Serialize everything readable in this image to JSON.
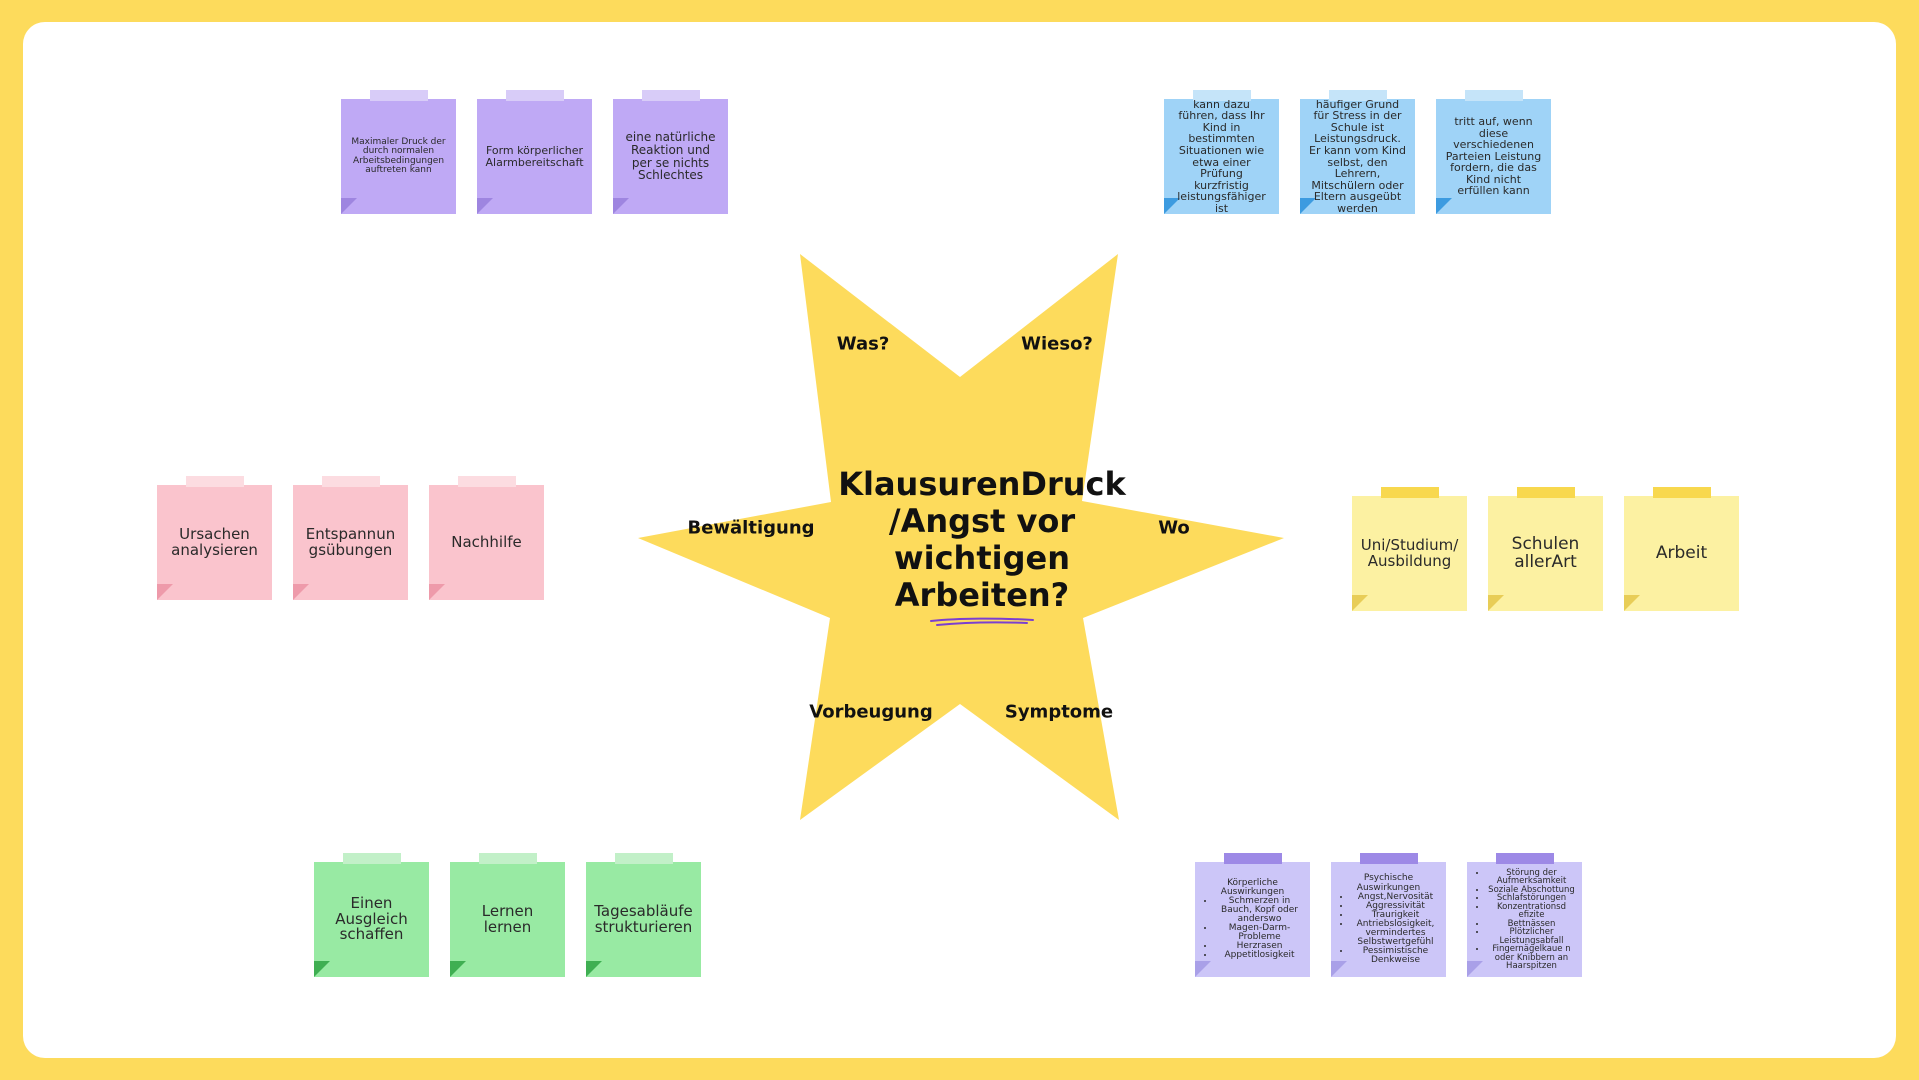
{
  "center": {
    "title_lines": [
      "KlausurenDruck",
      "/Angst vor",
      "wichtigen",
      "Arbeiten?"
    ]
  },
  "branches": {
    "was": "Was?",
    "wieso": "Wieso?",
    "bewaeltigung": "Bewältigung",
    "wo": "Wo",
    "vorbeugung": "Vorbeugung",
    "symptome": "Symptome"
  },
  "notes_was": [
    "Maximaler Druck der durch normalen Arbeitsbedingungen auftreten kann",
    "Form körperlicher Alarmbereitschaft",
    "eine natürliche Reaktion und per se nichts Schlechtes"
  ],
  "notes_wieso": [
    "kann dazu führen, dass Ihr Kind in bestimmten Situationen wie etwa einer Prüfung kurzfristig leistungsfähiger ist",
    "häufiger Grund für Stress in der Schule ist Leistungsdruck. Er kann vom Kind selbst, den Lehrern, Mitschülern oder Eltern ausgeübt werden",
    "tritt auf, wenn diese verschiedenen Parteien Leistung fordern, die das Kind nicht erfüllen kann"
  ],
  "notes_bewaeltigung": [
    "Ursachen analysieren",
    "Entspannungsübungen",
    "Nachhilfe"
  ],
  "notes_wo": [
    "Uni/Studium/ Ausbildung",
    "Schulen allerArt",
    "Arbeit"
  ],
  "notes_vorbeugung": [
    "Einen Ausgleich schaffen",
    "Lernen lernen",
    "Tagesabläufe strukturieren"
  ],
  "notes_symptome": {
    "koerperlich": {
      "heading": "Körperliche Auswirkungen",
      "items": [
        "Schmerzen in Bauch, Kopf oder anderswo",
        "Magen-Darm-Probleme",
        "Herzrasen",
        "Appetitlosigkeit"
      ]
    },
    "psychisch": {
      "heading": "Psychische Auswirkungen",
      "items": [
        "Angst,Nervosität",
        "Aggressivität",
        "Traurigkeit",
        "Antriebslosigkeit, vermindertes Selbstwertgefühl",
        "Pessimistische Denkweise"
      ]
    },
    "weitere": {
      "items": [
        "Störung der Aufmerksamkeit",
        "Soziale Abschottung",
        "Schlafstörungen",
        "Konzentrationsd efizite",
        "Bettnässen",
        "Plötzlicher Leistungsabfall",
        "Fingernägelkaue n oder Knibbern an Haarspitzen"
      ]
    }
  }
}
